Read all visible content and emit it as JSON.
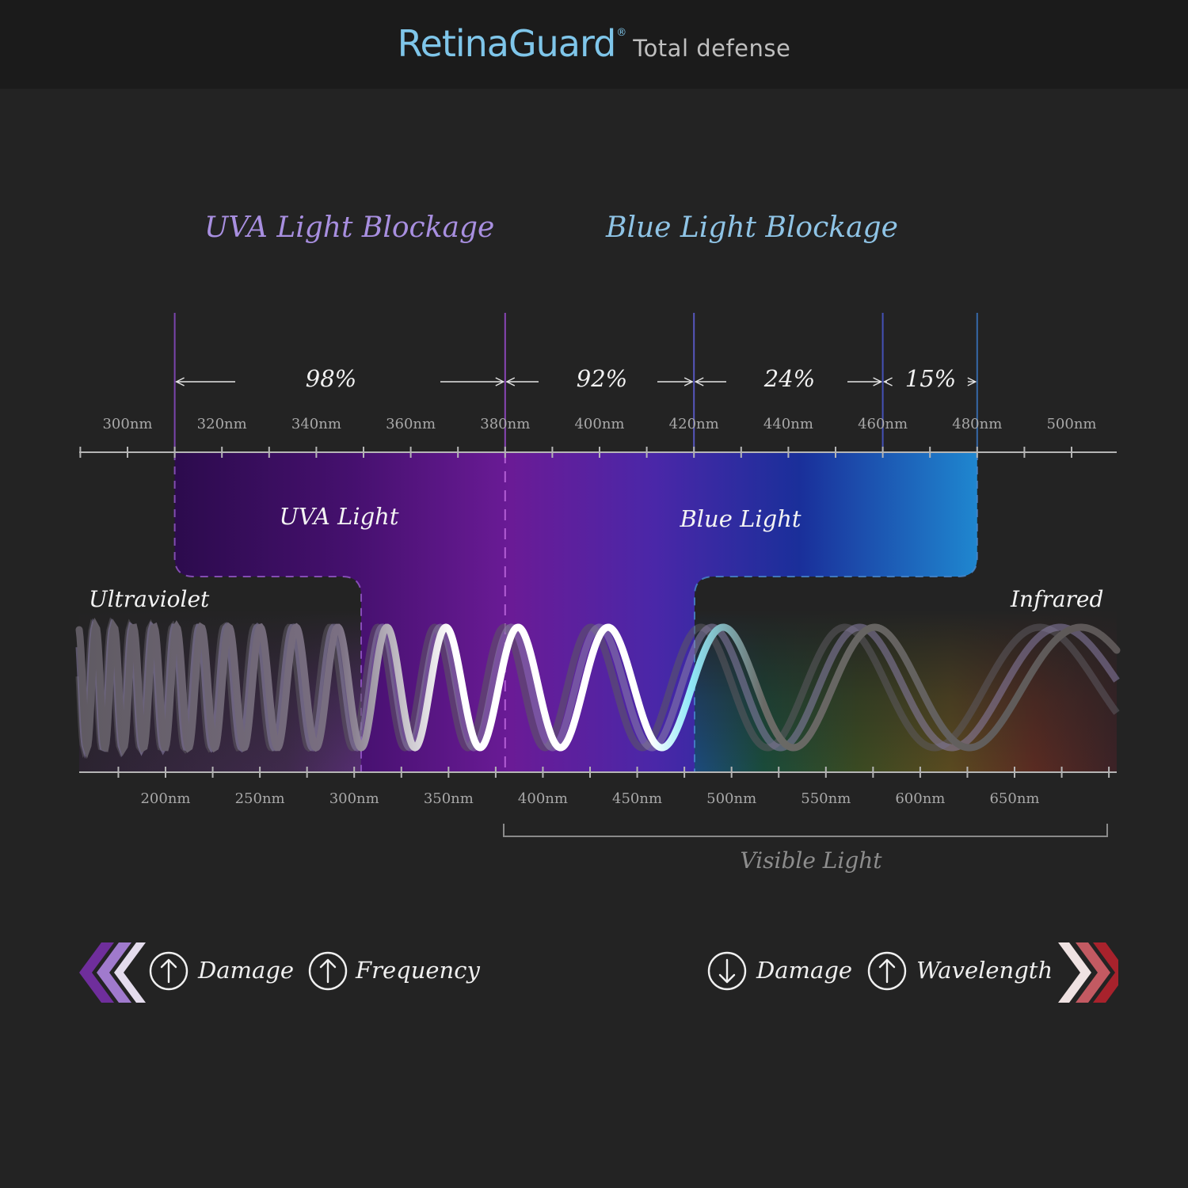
{
  "brand": {
    "name": "RetinaGuard",
    "registered": "®",
    "tagline": "Total defense"
  },
  "titles": {
    "uva": "UVA Light Blockage",
    "blue": "Blue Light Blockage"
  },
  "blockage": [
    {
      "from_nm": 310,
      "to_nm": 380,
      "percent": "98%"
    },
    {
      "from_nm": 380,
      "to_nm": 420,
      "percent": "92%"
    },
    {
      "from_nm": 420,
      "to_nm": 460,
      "percent": "24%"
    },
    {
      "from_nm": 460,
      "to_nm": 480,
      "percent": "15%"
    }
  ],
  "top_axis": {
    "labels": [
      "300nm",
      "320nm",
      "340nm",
      "360nm",
      "380nm",
      "400nm",
      "420nm",
      "440nm",
      "460nm",
      "480nm",
      "500nm"
    ]
  },
  "bands": {
    "uva": {
      "label": "UVA Light",
      "from_nm": 310,
      "to_nm": 380
    },
    "blue": {
      "label": "Blue Light",
      "from_nm": 380,
      "to_nm": 480
    }
  },
  "spectrum": {
    "left_label": "Ultraviolet",
    "right_label": "Infrared"
  },
  "bottom_axis": {
    "labels": [
      "200nm",
      "250nm",
      "300nm",
      "350nm",
      "400nm",
      "450nm",
      "500nm",
      "550nm",
      "600nm",
      "650nm"
    ]
  },
  "visible_range": {
    "label": "Visible Light"
  },
  "legend": {
    "left": [
      {
        "direction": "up",
        "label": "Damage"
      },
      {
        "direction": "up",
        "label": "Frequency"
      }
    ],
    "right": [
      {
        "direction": "down",
        "label": "Damage"
      },
      {
        "direction": "up",
        "label": "Wavelength"
      }
    ]
  },
  "colors": {
    "background": "#232323",
    "header": "#1b1b1b",
    "brand": "#7fc6ea",
    "uva_title": "#a88fe0",
    "blue_title": "#8fc4e6",
    "uv_chevron": "#9b5fc4",
    "ir_chevron": "#b8323a"
  }
}
